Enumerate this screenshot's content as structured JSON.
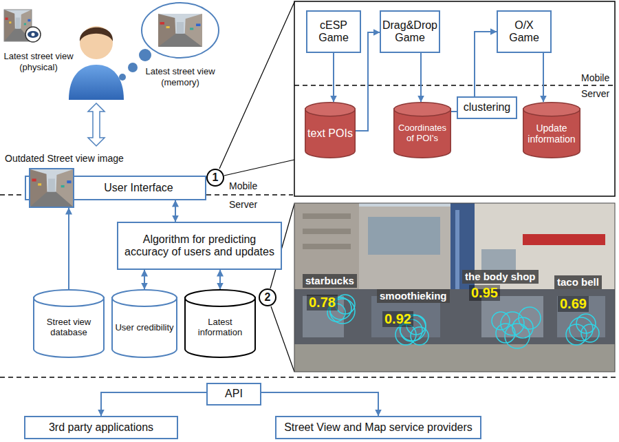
{
  "diagram": {
    "nodes": [
      {
        "text": [
          "cESP Game"
        ]
      },
      {
        "text": [
          "Drag&Drop Game"
        ]
      },
      {
        "text": [
          "O/X Game"
        ]
      },
      {
        "text": [
          "text POIs"
        ]
      },
      {
        "text": [
          "Coordinates of POI's"
        ]
      },
      {
        "text": [
          "clustering"
        ]
      },
      {
        "text": [
          "Update information"
        ]
      },
      {
        "text": [
          "Outdated Street view image"
        ]
      },
      {
        "text": [
          "User Interface"
        ]
      },
      {
        "text": [
          "Algorithm for predicting accuracy of users and updates"
        ]
      },
      {
        "text": [
          "Street view database"
        ]
      },
      {
        "text": [
          "User credibility"
        ]
      },
      {
        "text": [
          "Latest information"
        ]
      },
      {
        "text": [
          "API"
        ]
      },
      {
        "text": [
          "3rd party applications"
        ]
      },
      {
        "text": [
          "Street View and Map service providers"
        ]
      }
    ],
    "edges": [
      {
        "from": 0,
        "to": 3,
        "arrow": "to"
      },
      {
        "from": 3,
        "to": 1,
        "arrow": "to"
      },
      {
        "from": 1,
        "to": 4,
        "arrow": "to"
      },
      {
        "from": 4,
        "to": 5,
        "arrow": "none"
      },
      {
        "from": 5,
        "to": 2,
        "arrow": "to"
      },
      {
        "from": 2,
        "to": 6,
        "arrow": "to"
      },
      {
        "from": 10,
        "to": 7,
        "arrow": "to"
      },
      {
        "from": 8,
        "to": 9,
        "arrow": "both"
      },
      {
        "from": 9,
        "to": 11,
        "arrow": "both"
      },
      {
        "from": 9,
        "to": 12,
        "arrow": "both"
      },
      {
        "from": 13,
        "to": 14,
        "arrow": "to"
      },
      {
        "from": 13,
        "to": 15,
        "arrow": "to"
      }
    ],
    "labels": [
      "Latest street view (physical)",
      "Latest street view (memory)",
      "Mobile",
      "Server",
      "1",
      "Mobile",
      "Server",
      "2",
      "starbucks",
      "0.78",
      "smoothieking",
      "0.92",
      "the body shop",
      "0.95",
      "taco bell",
      "0.69"
    ]
  }
}
